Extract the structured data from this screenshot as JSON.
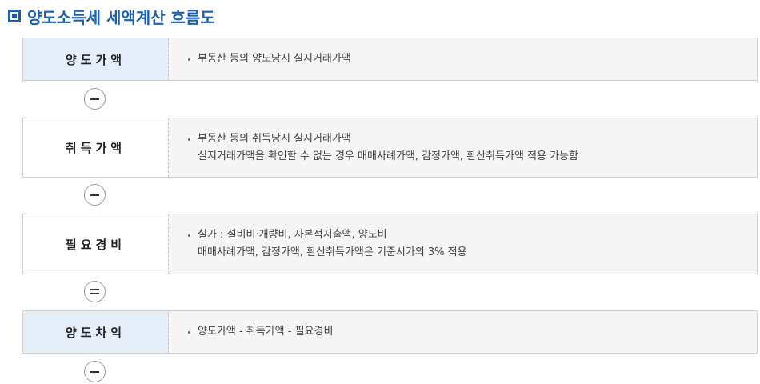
{
  "heading": {
    "title": "양도소득세 세액계산 흐름도"
  },
  "steps": [
    {
      "label": "양도가액",
      "lines": [
        "부동산 등의 양도당시 실지거래가액"
      ],
      "operator_after": "minus"
    },
    {
      "label": "취득가액",
      "lines": [
        "부동산 등의 취득당시 실지거래가액",
        "실지거래가액을 확인할 수 없는 경우 매매사례가액, 감정가액, 환산취득가액 적용 가능함"
      ],
      "operator_after": "minus"
    },
    {
      "label": "필요경비",
      "lines": [
        "실가 : 설비비·개량비, 자본적지출액, 양도비",
        "매매사례가액, 감정가액, 환산취득가액은 기준시가의 3% 적용"
      ],
      "operator_after": "equals"
    },
    {
      "label": "양도차익",
      "lines": [
        "양도가액 - 취득가액 - 필요경비"
      ],
      "operator_after": "minus"
    }
  ],
  "colors": {
    "accent": "#1b5fb0",
    "label_highlight_bg": "#e6eef9",
    "row_bg": "#f5f5f5",
    "border": "#cfcfcf"
  }
}
